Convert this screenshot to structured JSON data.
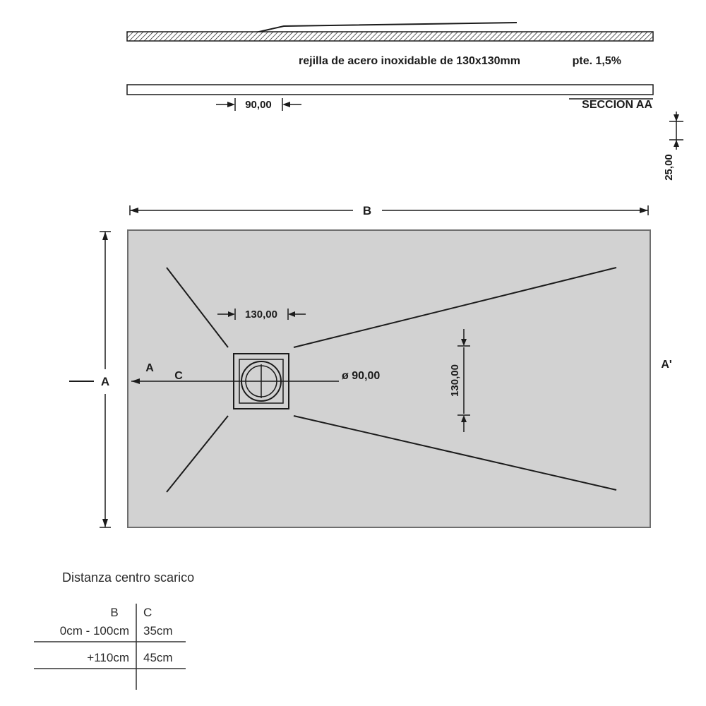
{
  "section_view": {
    "grate_label": "rejilla de acero inoxidable de 130x130mm",
    "slope_label": "pte. 1,5%",
    "dim_width": "90,00",
    "name": "SECCION AA",
    "dim_thickness": "25,00"
  },
  "plan_view": {
    "dim_b_label": "B",
    "dim_a_label": "A",
    "point_a_label": "A",
    "point_c_label": "C",
    "point_a_prime_label": "A'",
    "dim_drain_offset_h": "130,00",
    "dim_drain_offset_v": "130,00",
    "dim_drain_diameter": "ø 90,00"
  },
  "drain_table": {
    "title": "Distanza centro scarico",
    "columns": [
      "B",
      "C"
    ],
    "rows": [
      {
        "b": "0cm - 100cm",
        "c": "35cm"
      },
      {
        "b": "+110cm",
        "c": "45cm"
      }
    ]
  },
  "colors": {
    "tray_fill": "#d2d2d2",
    "line": "#1b1b1b",
    "tray_border": "#6e6e6e"
  }
}
